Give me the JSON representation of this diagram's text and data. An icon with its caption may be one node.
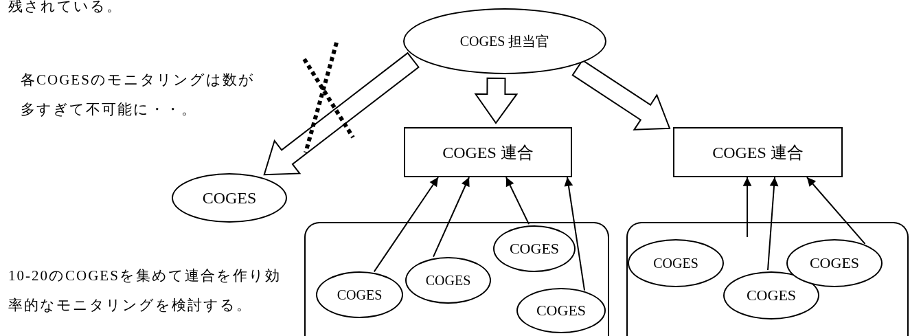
{
  "diagram": {
    "nodes": [
      {
        "text": [
          "COGES 担当官"
        ]
      },
      {
        "text": [
          "COGES 連合"
        ]
      },
      {
        "text": [
          "COGES 連合"
        ]
      },
      {
        "text": [
          "COGES"
        ]
      },
      {
        "text": [],
        "shape": "box"
      },
      {
        "text": [
          "COGES"
        ],
        "in": 4
      },
      {
        "text": [
          "COGES"
        ],
        "in": 4
      },
      {
        "text": [
          "COGES"
        ],
        "in": 4
      },
      {
        "text": [
          "COGES"
        ],
        "in": 4
      },
      {
        "text": [],
        "shape": "box"
      },
      {
        "text": [
          "COGES"
        ],
        "in": 9
      },
      {
        "text": [
          "COGES"
        ],
        "in": 9
      },
      {
        "text": [
          "COGES"
        ],
        "in": 9
      }
    ],
    "edges": [
      {
        "from": 0,
        "to": 3,
        "arrow": "to",
        "style": "thick"
      },
      {
        "from": 0,
        "to": 1,
        "arrow": "to",
        "style": "thick"
      },
      {
        "from": 0,
        "to": 2,
        "arrow": "to",
        "style": "thick"
      },
      {
        "from": 5,
        "to": 1,
        "arrow": "to"
      },
      {
        "from": 6,
        "to": 1,
        "arrow": "to"
      },
      {
        "from": 7,
        "to": 1,
        "arrow": "to"
      },
      {
        "from": 8,
        "to": 1,
        "arrow": "to"
      },
      {
        "from": null,
        "to": 2,
        "arrow": "to"
      },
      {
        "from": 11,
        "to": 2,
        "arrow": "to"
      },
      {
        "from": 12,
        "to": 2,
        "arrow": "to"
      }
    ],
    "labels": [
      "残されている。",
      "各COGESのモニタリングは数が多すぎて不可能に・・。",
      "10-20のCOGESを集めて連合を作り効率的なモニタリングを検討する。"
    ]
  }
}
